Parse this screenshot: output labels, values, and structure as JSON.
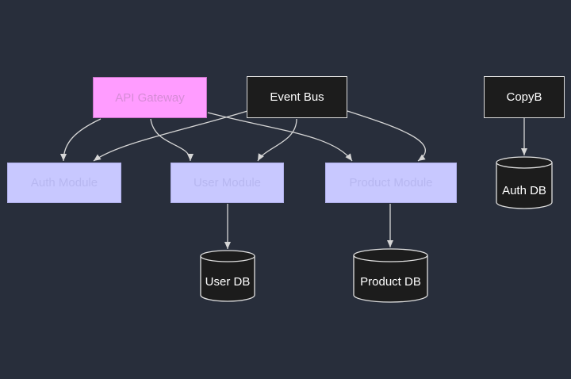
{
  "diagram": {
    "nodes": {
      "api_gateway": "API Gateway",
      "event_bus": "Event Bus",
      "copy_b": "CopyB",
      "auth_module": "Auth Module",
      "user_module": "User Module",
      "product_module": "Product Module",
      "user_db": "User DB",
      "product_db": "Product DB",
      "auth_db": "Auth DB"
    },
    "edges": [
      {
        "from": "API Gateway",
        "to": "Auth Module"
      },
      {
        "from": "API Gateway",
        "to": "User Module"
      },
      {
        "from": "API Gateway",
        "to": "Product Module"
      },
      {
        "from": "Event Bus",
        "to": "Auth Module"
      },
      {
        "from": "Event Bus",
        "to": "User Module"
      },
      {
        "from": "Event Bus",
        "to": "Product Module"
      },
      {
        "from": "User Module",
        "to": "User DB"
      },
      {
        "from": "Product Module",
        "to": "Product DB"
      },
      {
        "from": "CopyB",
        "to": "Auth DB"
      }
    ],
    "colors": {
      "background": "#282e3b",
      "gateway_fill": "#ff9cff",
      "module_fill": "#c8c8ff",
      "dark_fill": "#1c1c1c",
      "edge": "#d6d6d6"
    }
  }
}
